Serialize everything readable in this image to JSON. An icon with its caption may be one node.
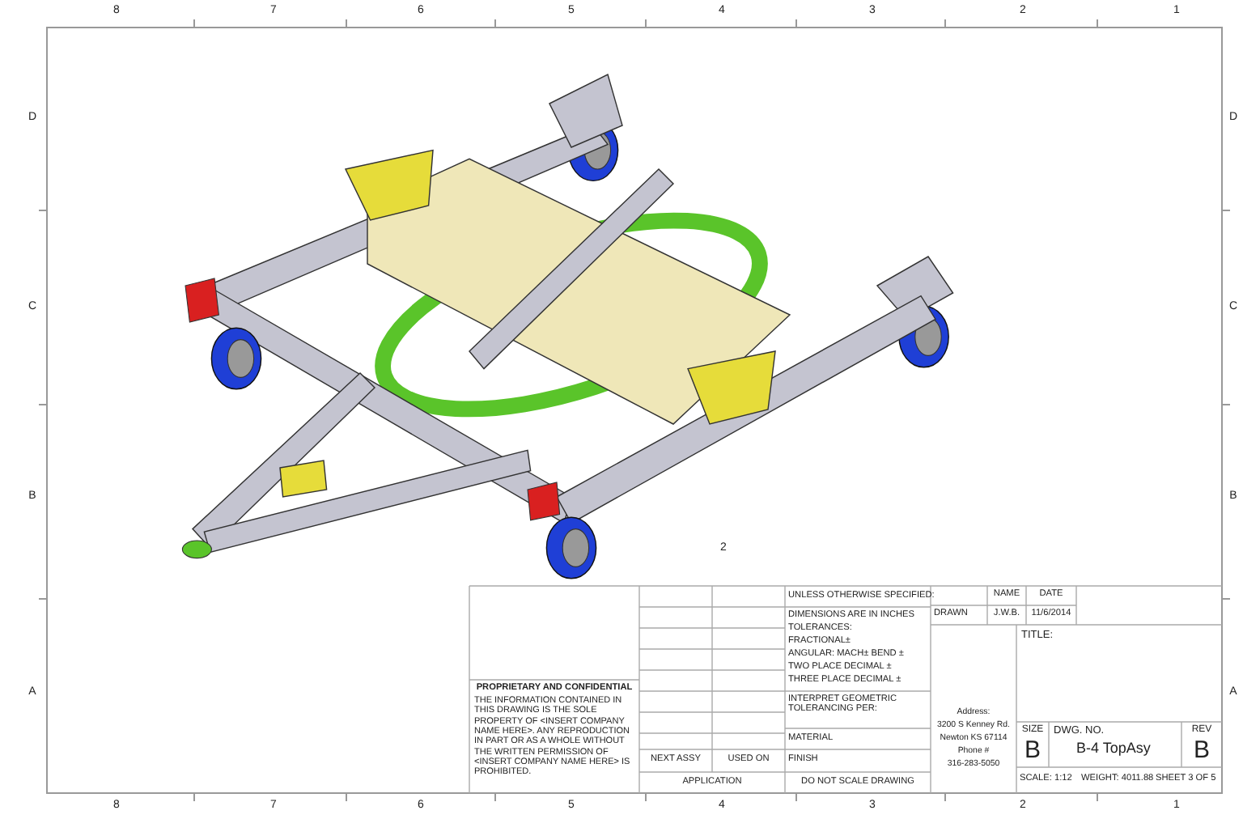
{
  "diagram": {
    "labels": [
      "8",
      "7",
      "6",
      "5",
      "4",
      "3",
      "2",
      "1",
      "8",
      "7",
      "6",
      "5",
      "4",
      "3",
      "2",
      "1",
      "D",
      "C",
      "B",
      "A",
      "D",
      "C",
      "B",
      "A",
      "2",
      "PROPRIETARY AND CONFIDENTIAL",
      "THE INFORMATION CONTAINED IN THIS DRAWING IS THE SOLE PROPERTY OF <INSERT COMPANY NAME HERE>. ANY REPRODUCTION IN PART OR AS A WHOLE WITHOUT THE WRITTEN PERMISSION OF <INSERT COMPANY NAME HERE> IS PROHIBITED.",
      "NEXT ASSY",
      "USED ON",
      "APPLICATION",
      "UNLESS OTHERWISE SPECIFIED:",
      "DIMENSIONS ARE IN INCHES",
      "TOLERANCES:",
      "FRACTIONAL±",
      "ANGULAR: MACH±   BEND ±",
      "TWO PLACE DECIMAL ±",
      "THREE PLACE DECIMAL ±",
      "INTERPRET GEOMETRIC TOLERANCING PER:",
      "MATERIAL",
      "FINISH",
      "DO NOT SCALE DRAWING",
      "NAME",
      "DATE",
      "DRAWN",
      "J.W.B.",
      "11/6/2014",
      "TITLE:",
      "Address:",
      "3200 S Kenney Rd.",
      "Newton KS 67114",
      "Phone #",
      "316-283-5050",
      "SIZE",
      "B",
      "DWG.  NO.",
      "B-4 TopAsy",
      "REV",
      "B",
      "SCALE: 1:12",
      "WEIGHT: 4011.88",
      "SHEET 3 OF 5"
    ]
  }
}
